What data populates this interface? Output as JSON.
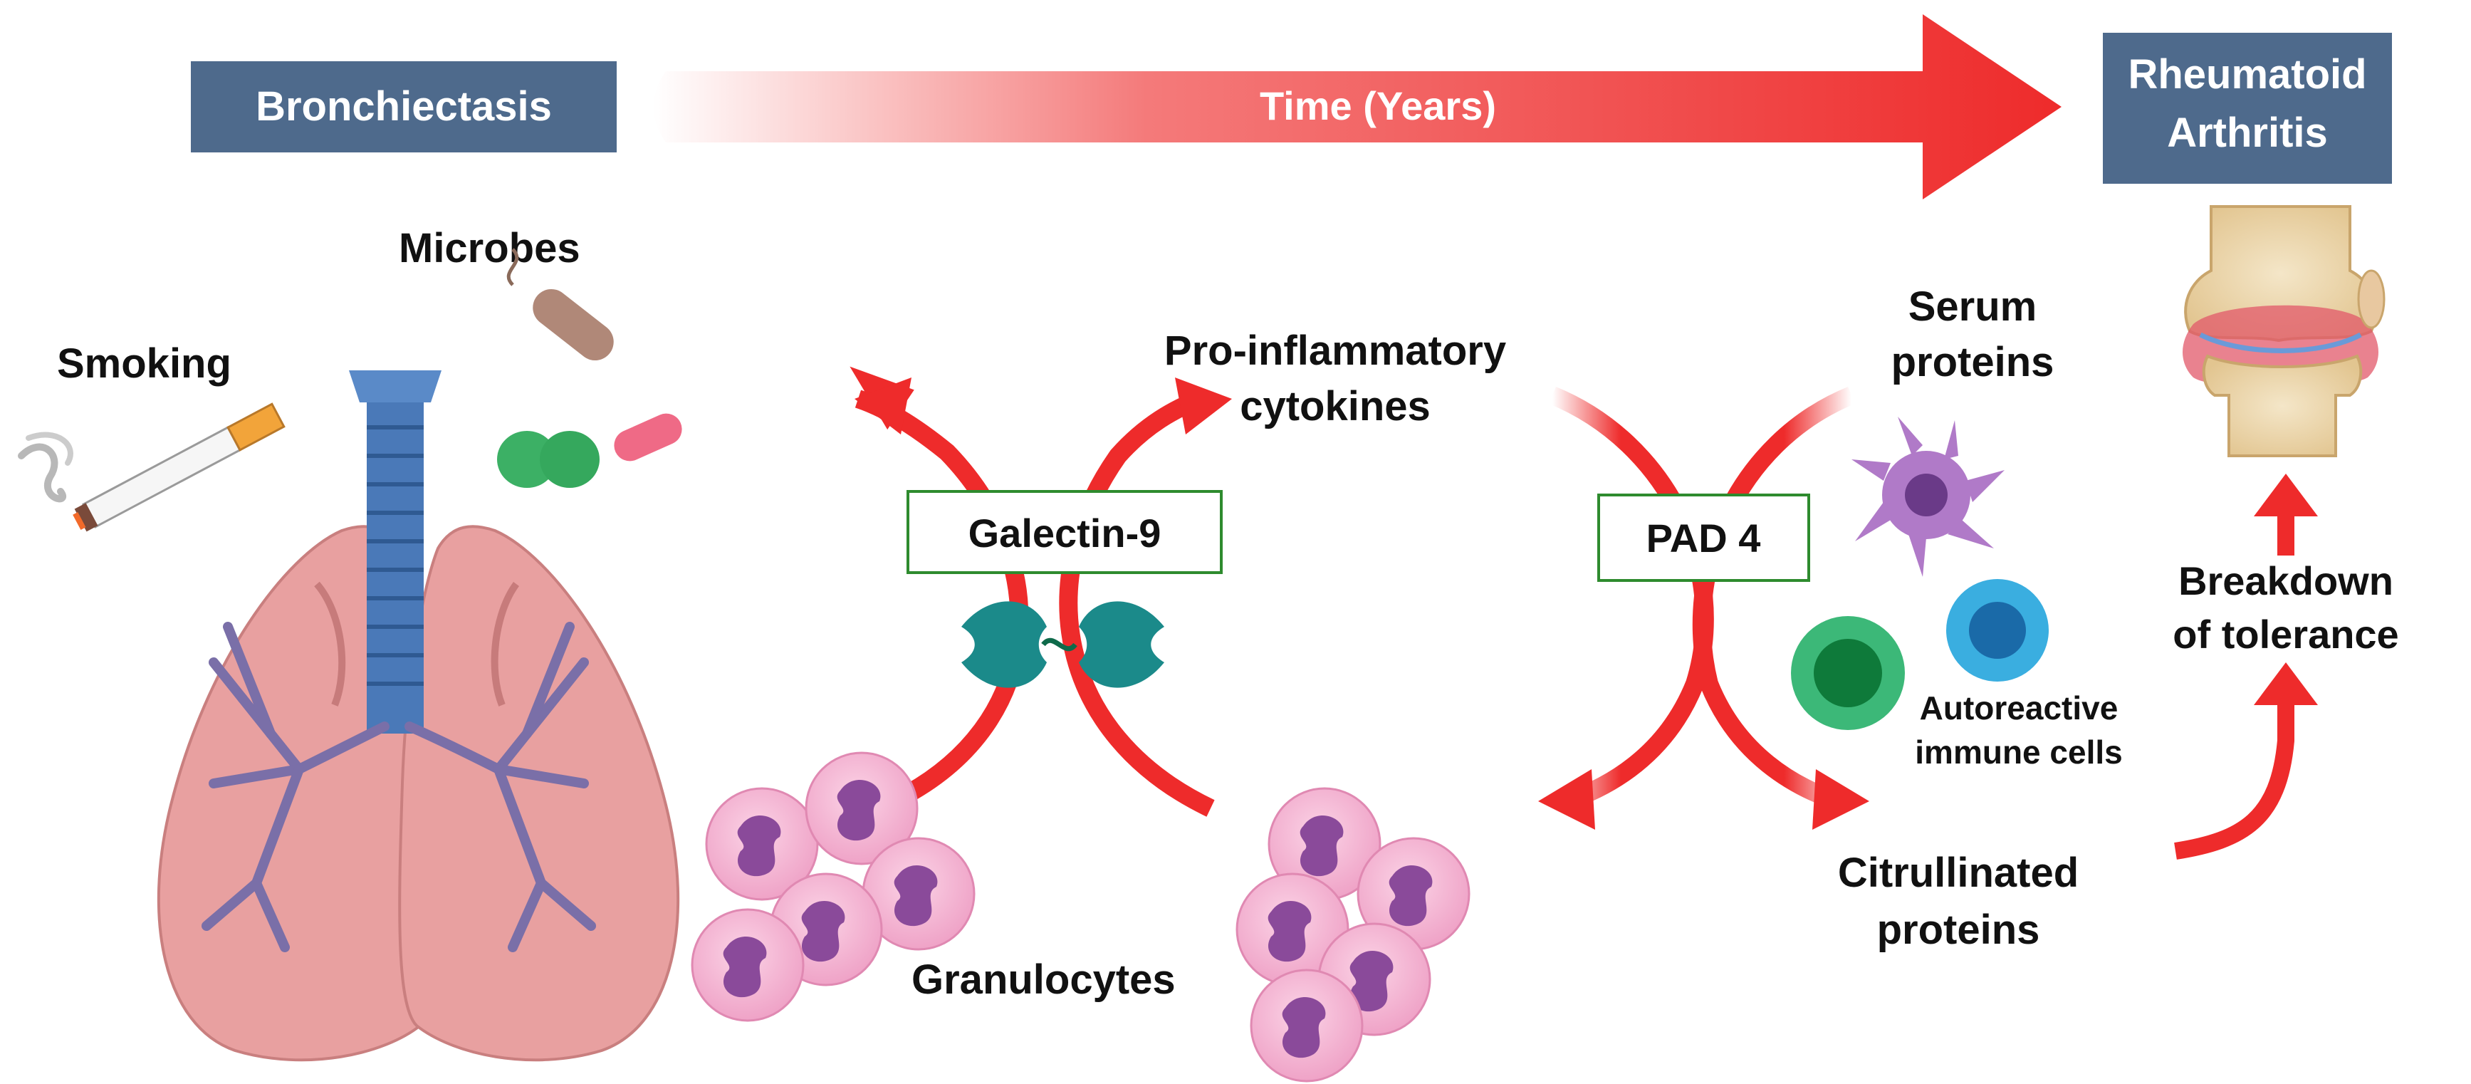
{
  "header": {
    "start_label": "Bronchiectasis",
    "arrow_label": "Time (Years)",
    "end_label_line1": "Rheumatoid",
    "end_label_line2": "Arthritis"
  },
  "labels": {
    "smoking": "Smoking",
    "microbes": "Microbes",
    "cytokines_line1": "Pro-inflammatory",
    "cytokines_line2": "cytokines",
    "galectin": "Galectin-9",
    "pad4": "PAD 4",
    "serum_line1": "Serum",
    "serum_line2": "proteins",
    "autoreactive_line1": "Autoreactive",
    "autoreactive_line2": "immune cells",
    "granulocytes": "Granulocytes",
    "citrullinated_line1": "Citrullinated",
    "citrullinated_line2": "proteins",
    "breakdown_line1": "Breakdown",
    "breakdown_line2": "of tolerance"
  },
  "colors": {
    "header_box": "#4e6a8c",
    "arrow_red": "#ee2b2b",
    "label_box_border": "#2e8b2e",
    "lung_pink": "#e8a0a0",
    "airway_blue": "#4a79b8",
    "granulocyte_pink": "#f4b5d4",
    "nucleus_purple": "#8a4a9a",
    "galectin_teal": "#1b8a8a"
  },
  "icons": [
    "cigarette-icon",
    "bacteria-icon",
    "lungs-icon",
    "galectin-molecule-icon",
    "dendritic-cell-icon",
    "immune-cell-icon",
    "granulocyte-icon",
    "knee-joint-icon"
  ]
}
